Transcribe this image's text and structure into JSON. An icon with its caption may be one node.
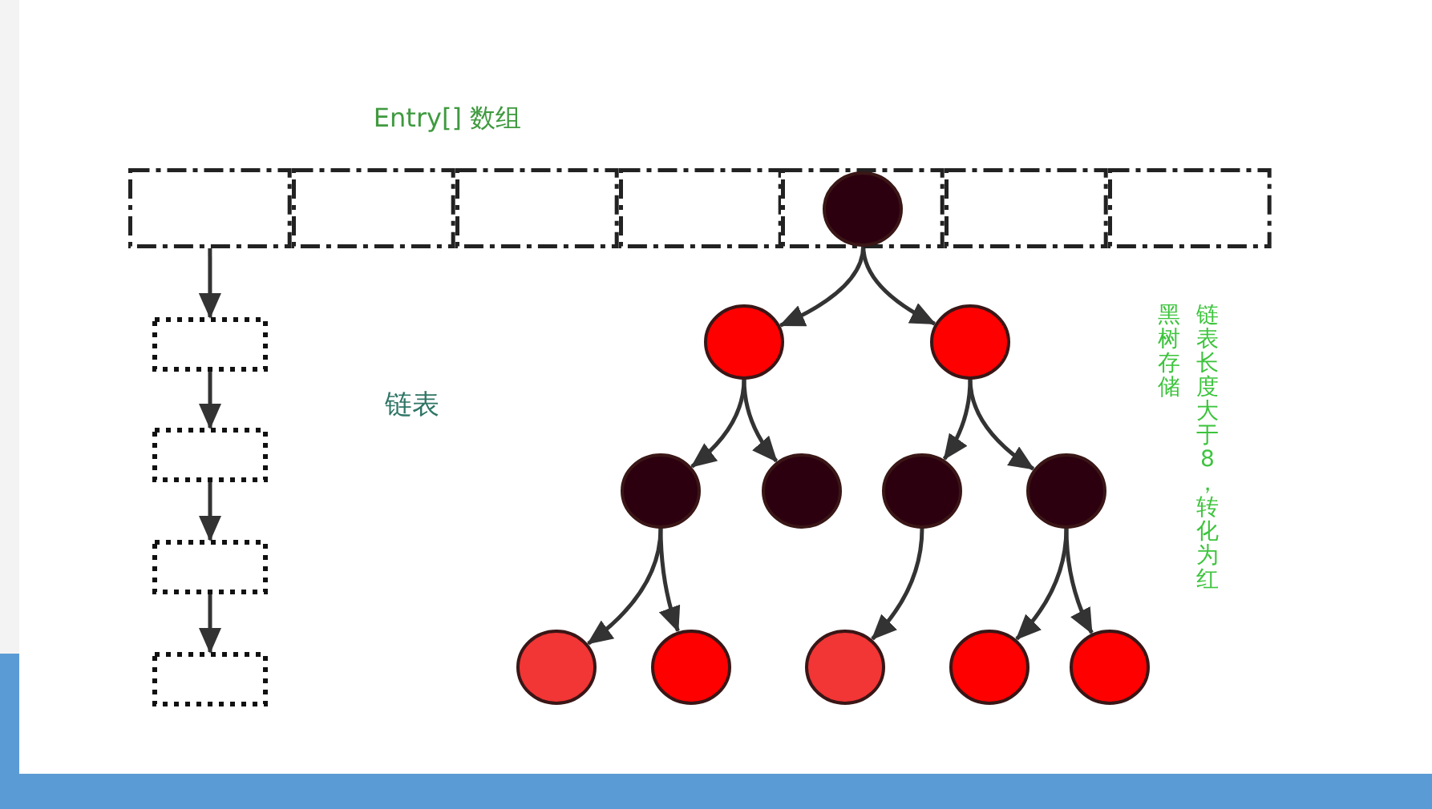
{
  "diagram": {
    "nodes": [
      {
        "text": [
          "Entry[] 数组"
        ]
      },
      {
        "text": [],
        "shape": "box",
        "in": 0
      },
      {
        "text": [],
        "shape": "box",
        "in": 0
      },
      {
        "text": [],
        "shape": "box",
        "in": 0
      },
      {
        "text": [],
        "shape": "box",
        "in": 0
      },
      {
        "text": [],
        "shape": "box",
        "in": 0
      },
      {
        "text": [],
        "shape": "box",
        "in": 0
      },
      {
        "text": [],
        "shape": "box",
        "in": 0
      },
      {
        "text": [],
        "shape": "circle",
        "in": 5
      },
      {
        "text": [],
        "shape": "box"
      },
      {
        "text": [],
        "shape": "box"
      },
      {
        "text": [],
        "shape": "box"
      },
      {
        "text": [],
        "shape": "box"
      },
      {
        "text": [],
        "shape": "circle"
      },
      {
        "text": [],
        "shape": "circle"
      },
      {
        "text": [],
        "shape": "circle"
      },
      {
        "text": [],
        "shape": "circle"
      },
      {
        "text": [],
        "shape": "circle"
      },
      {
        "text": [],
        "shape": "circle"
      },
      {
        "text": [],
        "shape": "circle"
      },
      {
        "text": [],
        "shape": "circle"
      },
      {
        "text": [],
        "shape": "circle"
      },
      {
        "text": [],
        "shape": "circle"
      },
      {
        "text": [],
        "shape": "circle"
      }
    ],
    "edges": [
      {
        "from": 1,
        "to": 9,
        "arrow": "to"
      },
      {
        "from": 9,
        "to": 10,
        "arrow": "to"
      },
      {
        "from": 10,
        "to": 11,
        "arrow": "to"
      },
      {
        "from": 11,
        "to": 12,
        "arrow": "to"
      },
      {
        "from": 8,
        "to": 13,
        "arrow": "to"
      },
      {
        "from": 8,
        "to": 14,
        "arrow": "to"
      },
      {
        "from": 13,
        "to": 15,
        "arrow": "to"
      },
      {
        "from": 13,
        "to": 16,
        "arrow": "to"
      },
      {
        "from": 14,
        "to": 17,
        "arrow": "to"
      },
      {
        "from": 14,
        "to": 18,
        "arrow": "to"
      },
      {
        "from": 15,
        "to": 19,
        "arrow": "to"
      },
      {
        "from": 15,
        "to": 20,
        "arrow": "to"
      },
      {
        "from": 17,
        "to": 21,
        "arrow": "to"
      },
      {
        "from": 18,
        "to": 22,
        "arrow": "to"
      },
      {
        "from": 18,
        "to": 23,
        "arrow": "to"
      }
    ],
    "labels": [
      "链表",
      "链表长度大于8，转化为红黑树存储"
    ]
  }
}
